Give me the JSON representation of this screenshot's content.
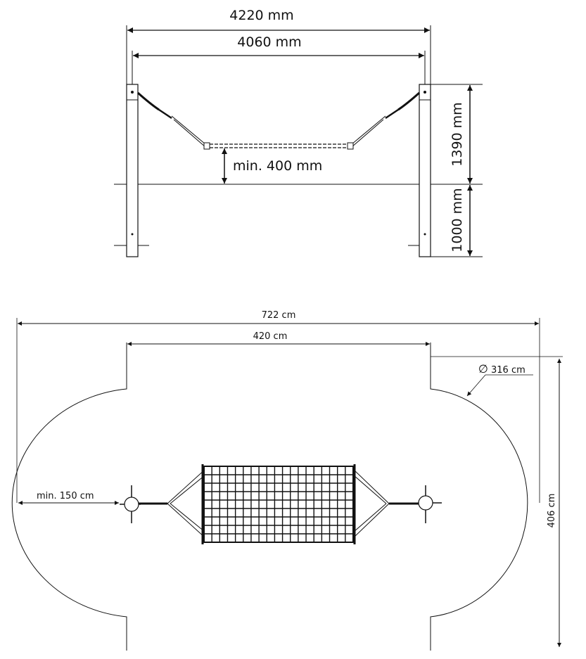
{
  "elevation": {
    "overall_width": "4220 mm",
    "inner_width": "4060 mm",
    "clearance": "min. 400 mm",
    "height_above_ground": "1390 mm",
    "depth_below_ground": "1000 mm"
  },
  "plan": {
    "overall_length": "722 cm",
    "inner_length": "420 cm",
    "diameter": "316 cm",
    "diameter_symbol": "∅",
    "side_clearance": "min. 150 cm",
    "overall_width": "406 cm"
  }
}
